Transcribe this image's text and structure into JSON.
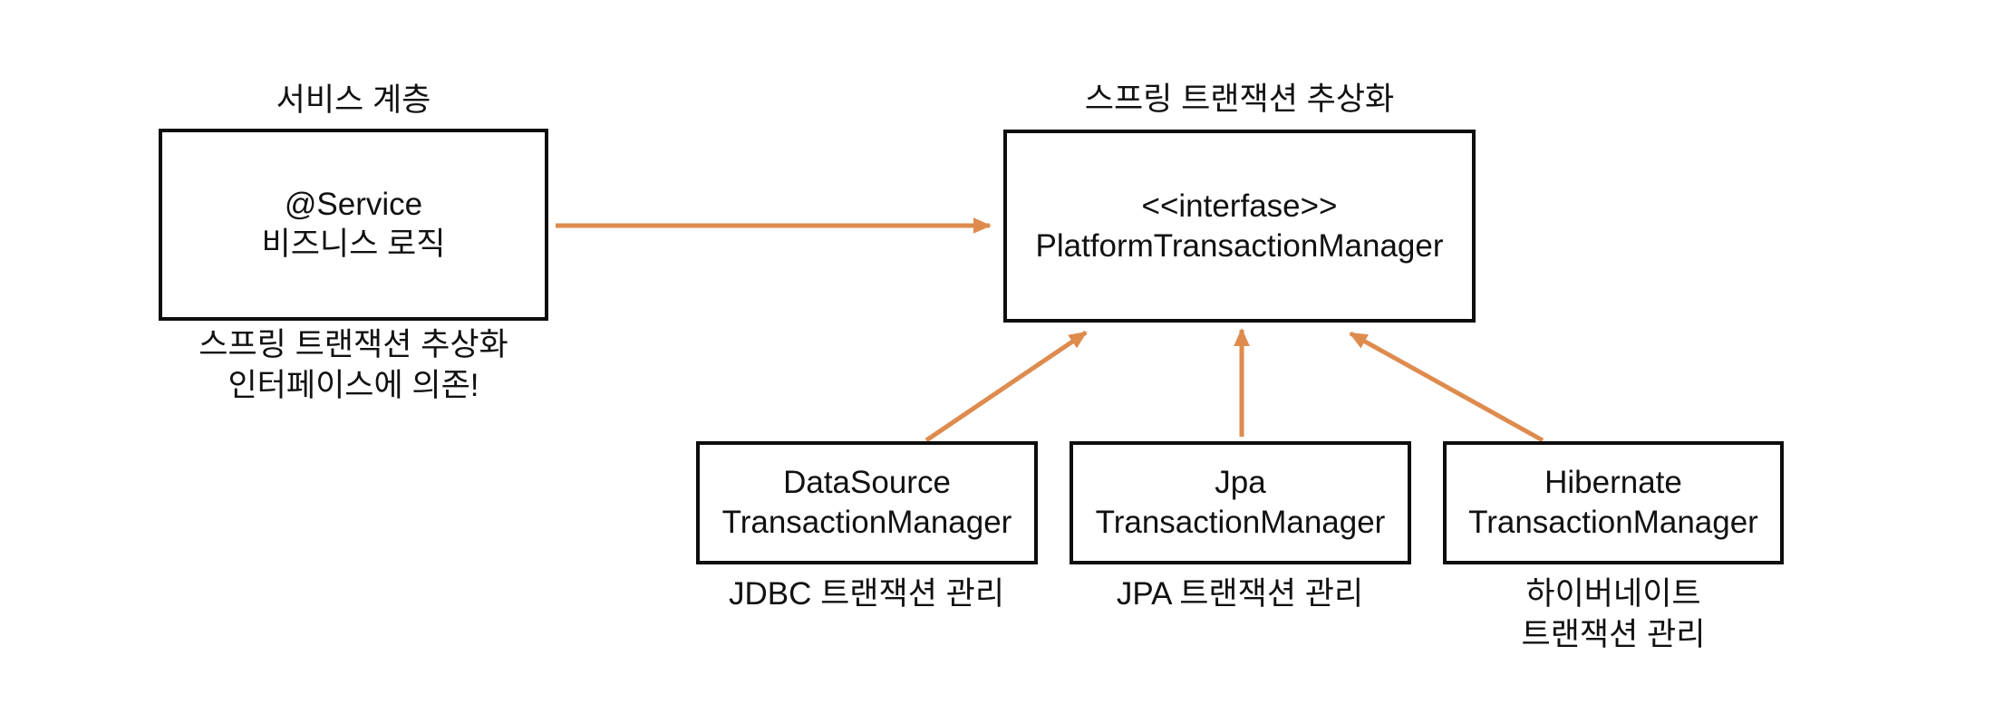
{
  "diagram": {
    "service": {
      "title": "서비스 계층",
      "box_line1": "@Service",
      "box_line2": "비즈니스 로직",
      "caption_line1": "스프링 트랜잭션 추상화",
      "caption_line2": "인터페이스에 의존!"
    },
    "abstraction": {
      "title": "스프링 트랜잭션 추상화",
      "box_line1": "<<interfase>>",
      "box_line2": "PlatformTransactionManager"
    },
    "implementations": [
      {
        "box_line1": "DataSource",
        "box_line2": "TransactionManager",
        "caption_line1": "JDBC 트랜잭션 관리"
      },
      {
        "box_line1": "Jpa",
        "box_line2": "TransactionManager",
        "caption_line1": "JPA 트랜잭션 관리"
      },
      {
        "box_line1": "Hibernate",
        "box_line2": "TransactionManager",
        "caption_line1": "하이버네이트",
        "caption_line2": "트랜잭션 관리"
      }
    ]
  },
  "colors": {
    "arrow": "#de8b4e",
    "box_border": "#0d0d0d",
    "text": "#111111",
    "background": "#ffffff"
  }
}
